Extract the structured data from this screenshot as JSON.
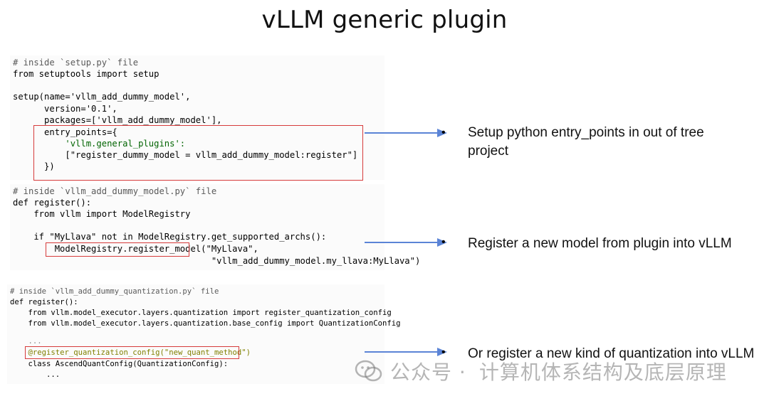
{
  "title": "vLLM generic plugin",
  "panel1": {
    "lines": [
      "# inside `setup.py` file",
      "from setuptools import setup",
      "",
      "setup(name='vllm_add_dummy_model',",
      "      version='0.1',",
      "      packages=['vllm_add_dummy_model'],",
      "      entry_points={",
      "          'vllm.general_plugins':",
      "          [\"register_dummy_model = vllm_add_dummy_model:register\"]",
      "      })"
    ]
  },
  "panel2": {
    "lines": [
      "# inside `vllm_add_dummy_model.py` file",
      "def register():",
      "    from vllm import ModelRegistry",
      "",
      "    if \"MyLlava\" not in ModelRegistry.get_supported_archs():",
      "        ModelRegistry.register_model(\"MyLlava\",",
      "                                      \"vllm_add_dummy_model.my_llava:MyLlava\")"
    ]
  },
  "panel3": {
    "lines": [
      "# inside `vllm_add_dummy_quantization.py` file",
      "def register():",
      "    from vllm.model_executor.layers.quantization import register_quantization_config",
      "    from vllm.model_executor.layers.quantization.base_config import QuantizationConfig",
      "",
      "    ...",
      "    @register_quantization_config(\"new_quant_method\")",
      "    class AscendQuantConfig(QuantizationConfig):",
      "        ..."
    ]
  },
  "bullets": [
    {
      "marker": "•",
      "text": "Setup python entry_points in out of tree project"
    },
    {
      "marker": "•",
      "text": "Register a new model from plugin into vLLM"
    },
    {
      "marker": "•",
      "text": "Or register  a new kind of quantization into vLLM"
    }
  ],
  "watermark": {
    "brand": "公众号 ·",
    "text": "计算机体系结构及底层原理"
  },
  "colors": {
    "highlight_box": "#d63b3b",
    "arrow": "#5b84d6",
    "panel_bg": "#fbfbfb"
  }
}
